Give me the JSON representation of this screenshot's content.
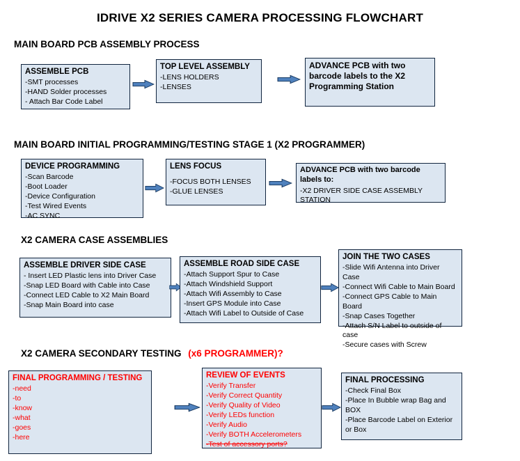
{
  "title": "IDRIVE X2  SERIES CAMERA PROCESSING FLOWCHART",
  "colors": {
    "box_fill": "#dce6f1",
    "box_border": "#10243e",
    "arrow_fill": "#4f81bd",
    "arrow_border": "#17375d",
    "red_text": "#ff0000",
    "black_text": "#000000",
    "background": "#ffffff"
  },
  "sections": [
    {
      "heading": "MAIN BOARD PCB ASSEMBLY PROCESS",
      "boxes": [
        {
          "title": "ASSEMBLE PCB",
          "items": [
            "-SMT processes",
            "-HAND Solder processes",
            "- Attach Bar Code Label"
          ]
        },
        {
          "title": "TOP LEVEL ASSEMBLY",
          "items": [
            "-LENS HOLDERS",
            "-LENSES"
          ]
        },
        {
          "title": "ADVANCE PCB with two barcode labels to the X2 Programming Station",
          "items": []
        }
      ]
    },
    {
      "heading": "MAIN BOARD INITIAL PROGRAMMING/TESTING STAGE 1 (X2 PROGRAMMER)",
      "boxes": [
        {
          "title": "DEVICE PROGRAMMING",
          "items": [
            "-Scan Barcode",
            "-Boot Loader",
            "-Device Configuration",
            "-Test Wired Events",
            "-AC SYNC"
          ]
        },
        {
          "title": "LENS FOCUS",
          "items": [
            "-FOCUS BOTH LENSES",
            "-GLUE LENSES"
          ]
        },
        {
          "title": "ADVANCE PCB with two barcode labels to:",
          "items": [
            "-X2 DRIVER  SIDE  CASE  ASSEMBLY STATION"
          ]
        }
      ]
    },
    {
      "heading": "X2 CAMERA CASE ASSEMBLIES",
      "boxes": [
        {
          "title": "ASSEMBLE DRIVER SIDE CASE",
          "items": [
            "- Insert LED Plastic lens into Driver Case",
            "-Snap LED Board with Cable into Case",
            "-Connect LED Cable to X2 Main Board",
            "-Snap Main Board into case"
          ]
        },
        {
          "title": "ASSEMBLE ROAD SIDE CASE",
          "items": [
            "-Attach Support Spur to Case",
            "-Attach Windshield Support",
            "-Attach Wifi Assembly to Case",
            "-Insert GPS Module into Case",
            "-Attach Wifi Label to Outside of Case"
          ]
        },
        {
          "title": "JOIN THE TWO CASES",
          "items": [
            "-Slide Wifi Antenna into Driver Case",
            "-Connect Wifi Cable to Main Board",
            "-Connect GPS Cable to Main Board",
            "-Snap Cases Together",
            "-Attach S/N Label to outside of case",
            "-Secure cases with Screw"
          ]
        }
      ]
    },
    {
      "heading": "X2 CAMERA SECONDARY TESTING",
      "heading_red": "(x6 PROGRAMMER)?",
      "boxes": [
        {
          "title": "FINAL PROGRAMMING / TESTING",
          "items": [
            "-need",
            "-to",
            "-know",
            "-what",
            "-goes",
            "-here"
          ]
        },
        {
          "title": "REVIEW OF EVENTS",
          "items": [
            "-Verify Transfer",
            "-Verify Correct Quantity",
            "-Verify Quality of Video",
            "-Verify LEDs function",
            "-Verify Audio",
            "-Verify BOTH Accelerometers",
            "-Test of accessory ports?"
          ]
        },
        {
          "title": "FINAL PROCESSING",
          "items": [
            "-Check Final Box",
            "-Place In Bubble wrap Bag and BOX",
            "-Place Barcode Label on Exterior or Box"
          ]
        }
      ]
    }
  ]
}
